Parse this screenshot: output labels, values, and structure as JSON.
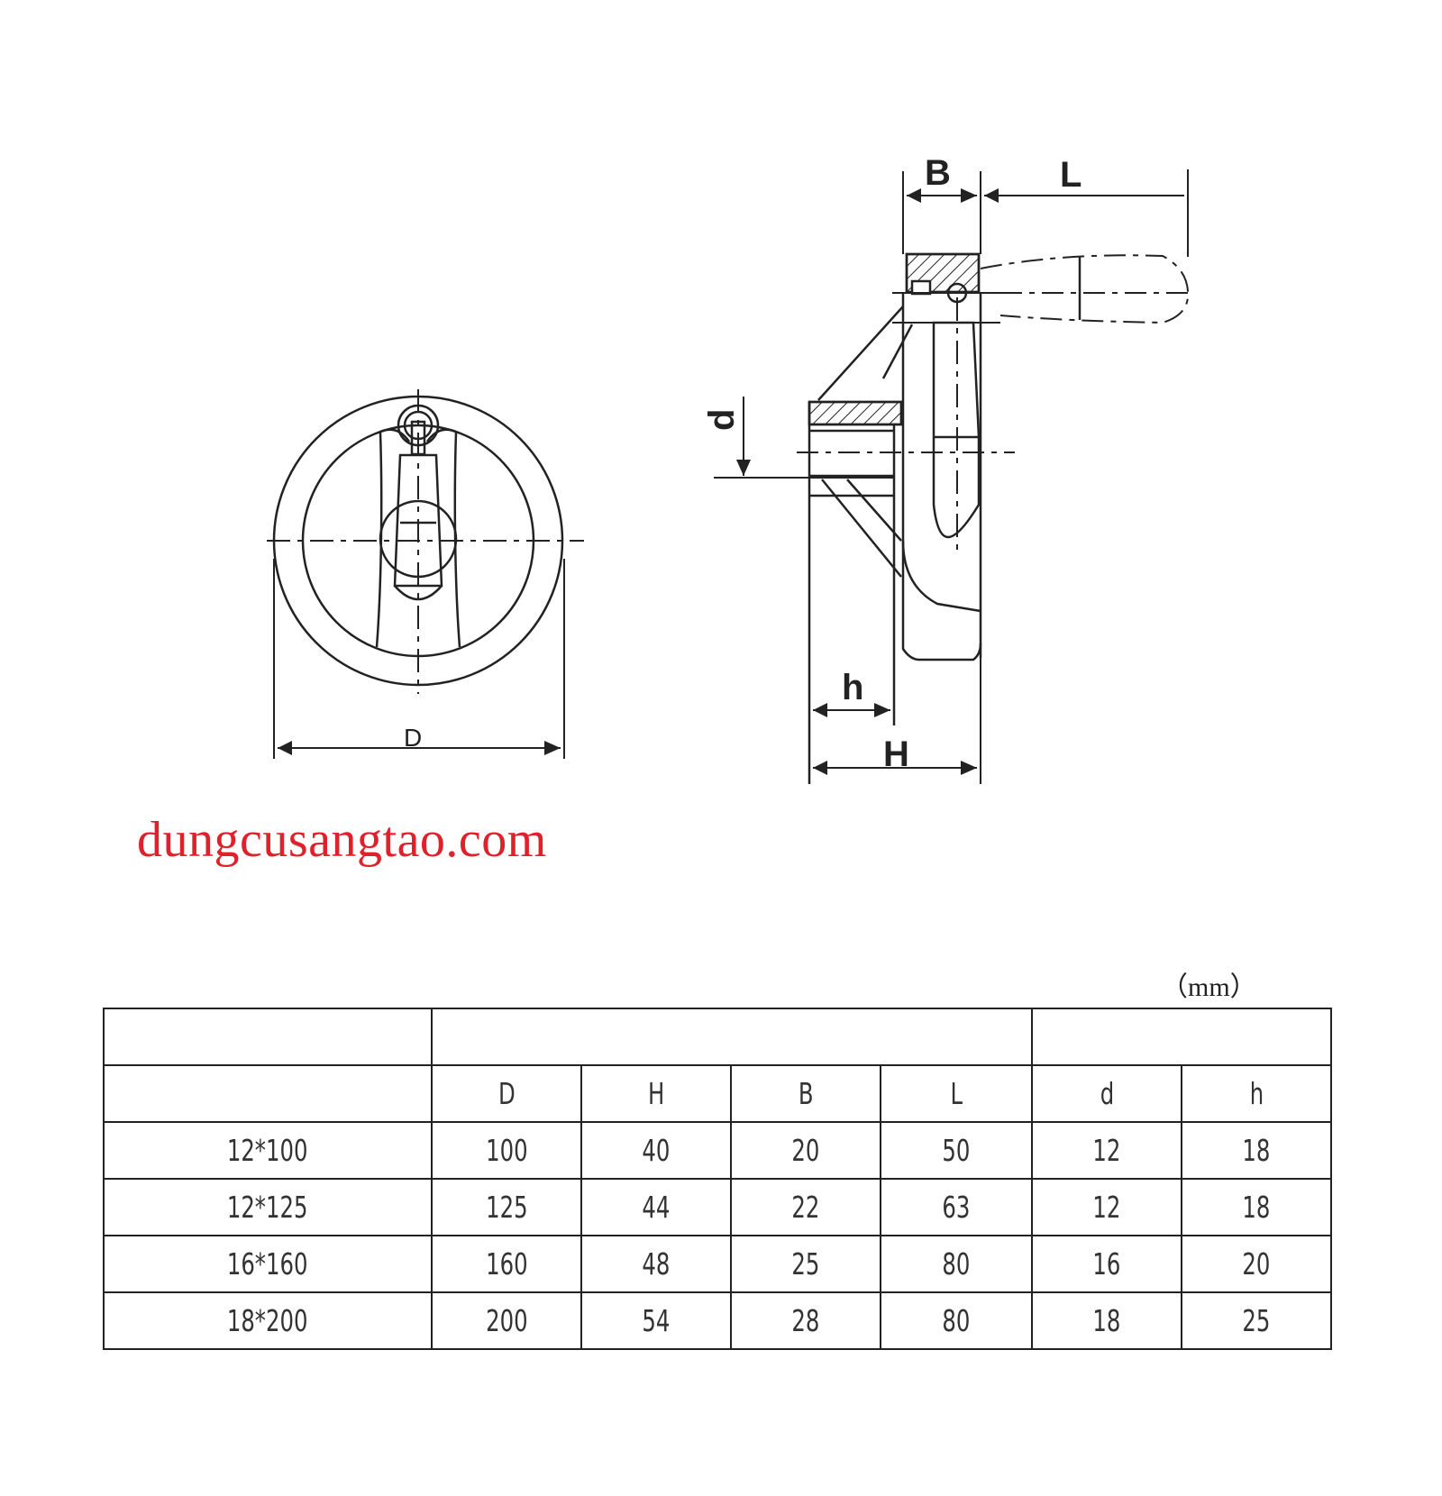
{
  "drawing": {
    "front_view": {
      "dimension_labels": {
        "diameter": "D"
      }
    },
    "side_view": {
      "dimension_labels": {
        "width": "B",
        "handle_length": "L",
        "bore": "d",
        "hub_height": "h",
        "overall_height": "H"
      }
    }
  },
  "watermark": {
    "text": "dungcusangtao.com",
    "color": "#e0202a"
  },
  "table": {
    "unit": "（mm）",
    "group_header": [
      "",
      "",
      ""
    ],
    "columns": [
      "",
      "D",
      "H",
      "B",
      "L",
      "d",
      "h"
    ],
    "rows": [
      {
        "model": "12*100",
        "D": "100",
        "H": "40",
        "B": "20",
        "L": "50",
        "d": "12",
        "h": "18"
      },
      {
        "model": "12*125",
        "D": "125",
        "H": "44",
        "B": "22",
        "L": "63",
        "d": "12",
        "h": "18"
      },
      {
        "model": "16*160",
        "D": "160",
        "H": "48",
        "B": "25",
        "L": "80",
        "d": "16",
        "h": "20"
      },
      {
        "model": "18*200",
        "D": "200",
        "H": "54",
        "B": "28",
        "L": "80",
        "d": "18",
        "h": "25"
      }
    ]
  }
}
